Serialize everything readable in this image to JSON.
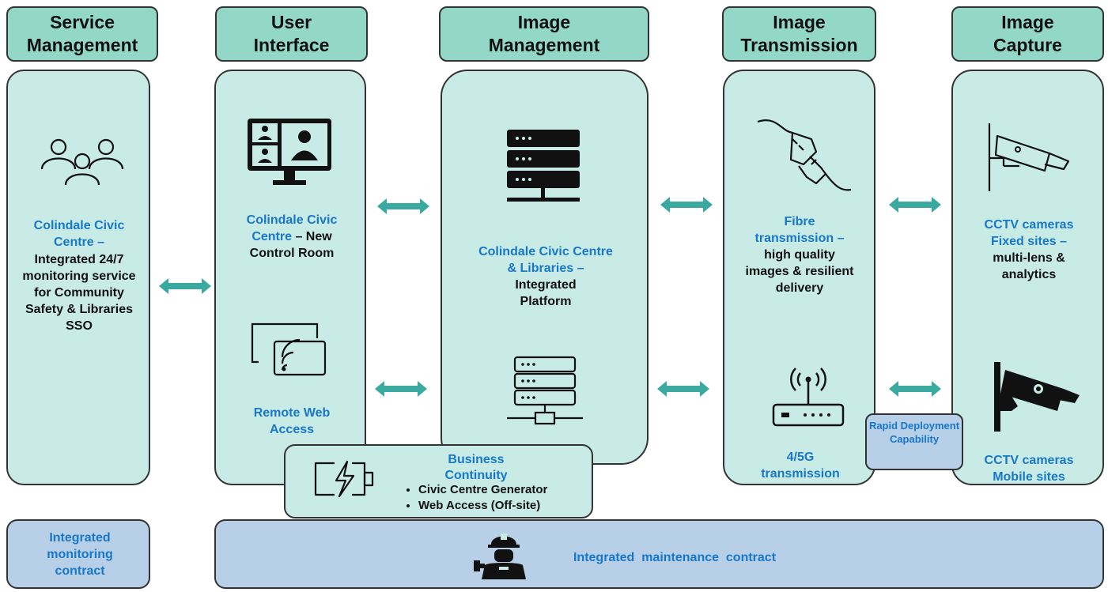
{
  "headers": {
    "service": [
      "Service",
      "Management"
    ],
    "ui": [
      "User",
      "Interface"
    ],
    "image_mgmt": [
      "Image",
      "Management"
    ],
    "transmission": [
      "Image",
      "Transmission"
    ],
    "capture": [
      "Image",
      "Capture"
    ]
  },
  "service": {
    "blue": "Colindale Civic Centre –",
    "black": "Integrated 24/7 monitoring service for Community Safety & Libraries SSO"
  },
  "ui": {
    "top_blue": "Colindale Civic Centre",
    "top_black": " – New Control Room",
    "bottom_blue": "Remote Web Access"
  },
  "image_mgmt": {
    "blue": "Colindale Civic Centre & Libraries –",
    "black": "Integrated Platform"
  },
  "transmission": {
    "top_blue": "Fibre transmission –",
    "top_black": "high quality images & resilient delivery",
    "bottom_blue": "4/5G transmission"
  },
  "capture": {
    "top_blue": "CCTV cameras Fixed sites –",
    "top_black": "multi-lens & analytics",
    "bottom_blue": "CCTV cameras Mobile sites"
  },
  "business_continuity": {
    "title": "Business Continuity",
    "items": [
      "Civic Centre Generator",
      "Web Access (Off-site)"
    ]
  },
  "rapid": "Rapid Deployment Capability",
  "monitoring_contract": "Integrated monitoring contract",
  "maintenance_contract": "Integrated  maintenance  contract",
  "colors": {
    "header": "#93d7c6",
    "panel": "#c8ebe6",
    "contract": "#b8cfe8",
    "arrow": "#3aaaa0",
    "label_blue": "#1878c8"
  }
}
